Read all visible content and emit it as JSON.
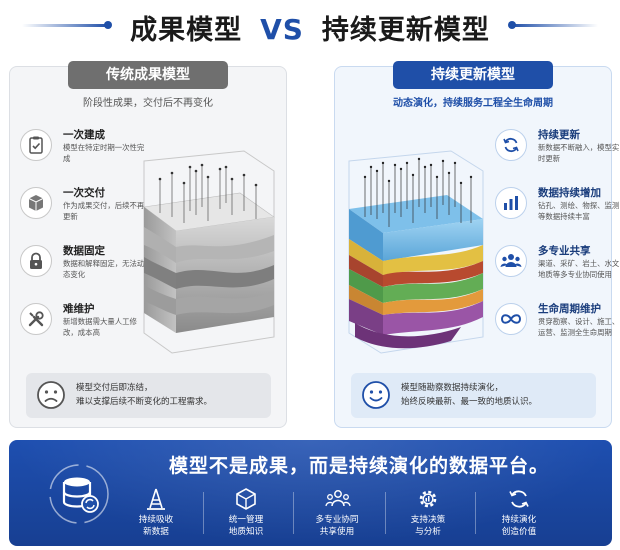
{
  "header": {
    "left": "成果模型",
    "vs": "VS",
    "right": "持续更新模型"
  },
  "left_panel": {
    "tag": "传统成果模型",
    "subtitle": "阶段性成果，交付后不再变化",
    "features": [
      {
        "icon": "clipboard-check-icon",
        "title": "一次建成",
        "desc": "模型在特定时期一次性完成"
      },
      {
        "icon": "box-icon",
        "title": "一次交付",
        "desc": "作为成果交付，后续不再更新"
      },
      {
        "icon": "lock-icon",
        "title": "数据固定",
        "desc": "数据和解释固定，无法动态变化"
      },
      {
        "icon": "tools-icon",
        "title": "难维护",
        "desc": "新增数据需大量人工修改，成本高"
      }
    ],
    "note_icon": "sad-face-icon",
    "note_line1": "模型交付后即冻结，",
    "note_line2": "难以支撑后续不断变化的工程需求。"
  },
  "right_panel": {
    "tag": "持续更新模型",
    "subtitle": "动态演化，持续服务工程全生命周期",
    "features": [
      {
        "icon": "refresh-icon",
        "title": "持续更新",
        "desc": "新数据不断融入，模型实时更新"
      },
      {
        "icon": "bar-chart-icon",
        "title": "数据持续增加",
        "desc": "钻孔、测绘、物探、监测等数据持续丰富"
      },
      {
        "icon": "people-icon",
        "title": "多专业共享",
        "desc": "渠道、采矿、岩土、水文地质等多专业协同使用"
      },
      {
        "icon": "infinity-icon",
        "title": "生命周期维护",
        "desc": "贯穿勘察、设计、施工、运营、监测全生命周期"
      }
    ],
    "note_icon": "smile-face-icon",
    "note_line1": "模型随勘察数据持续演化，",
    "note_line2": "始终反映最新、最一致的地质认识。"
  },
  "banner": {
    "title": "模型不是成果，而是持续演化的数据平台。",
    "main_icon": "database-sync-icon",
    "items": [
      {
        "icon": "drill-rig-icon",
        "line1": "持续吸收",
        "line2": "新数据"
      },
      {
        "icon": "cube-icon",
        "line1": "统一管理",
        "line2": "地质知识"
      },
      {
        "icon": "team-icon",
        "line1": "多专业协同",
        "line2": "共享使用"
      },
      {
        "icon": "gear-chart-icon",
        "line1": "支持决策",
        "line2": "与分析"
      },
      {
        "icon": "cycle-icon",
        "line1": "持续演化",
        "line2": "创造价值"
      }
    ]
  },
  "colors": {
    "brand_blue": "#1f4fa8",
    "gray_tag": "#6f6f6f",
    "banner_blue": "#1e4fb0"
  }
}
